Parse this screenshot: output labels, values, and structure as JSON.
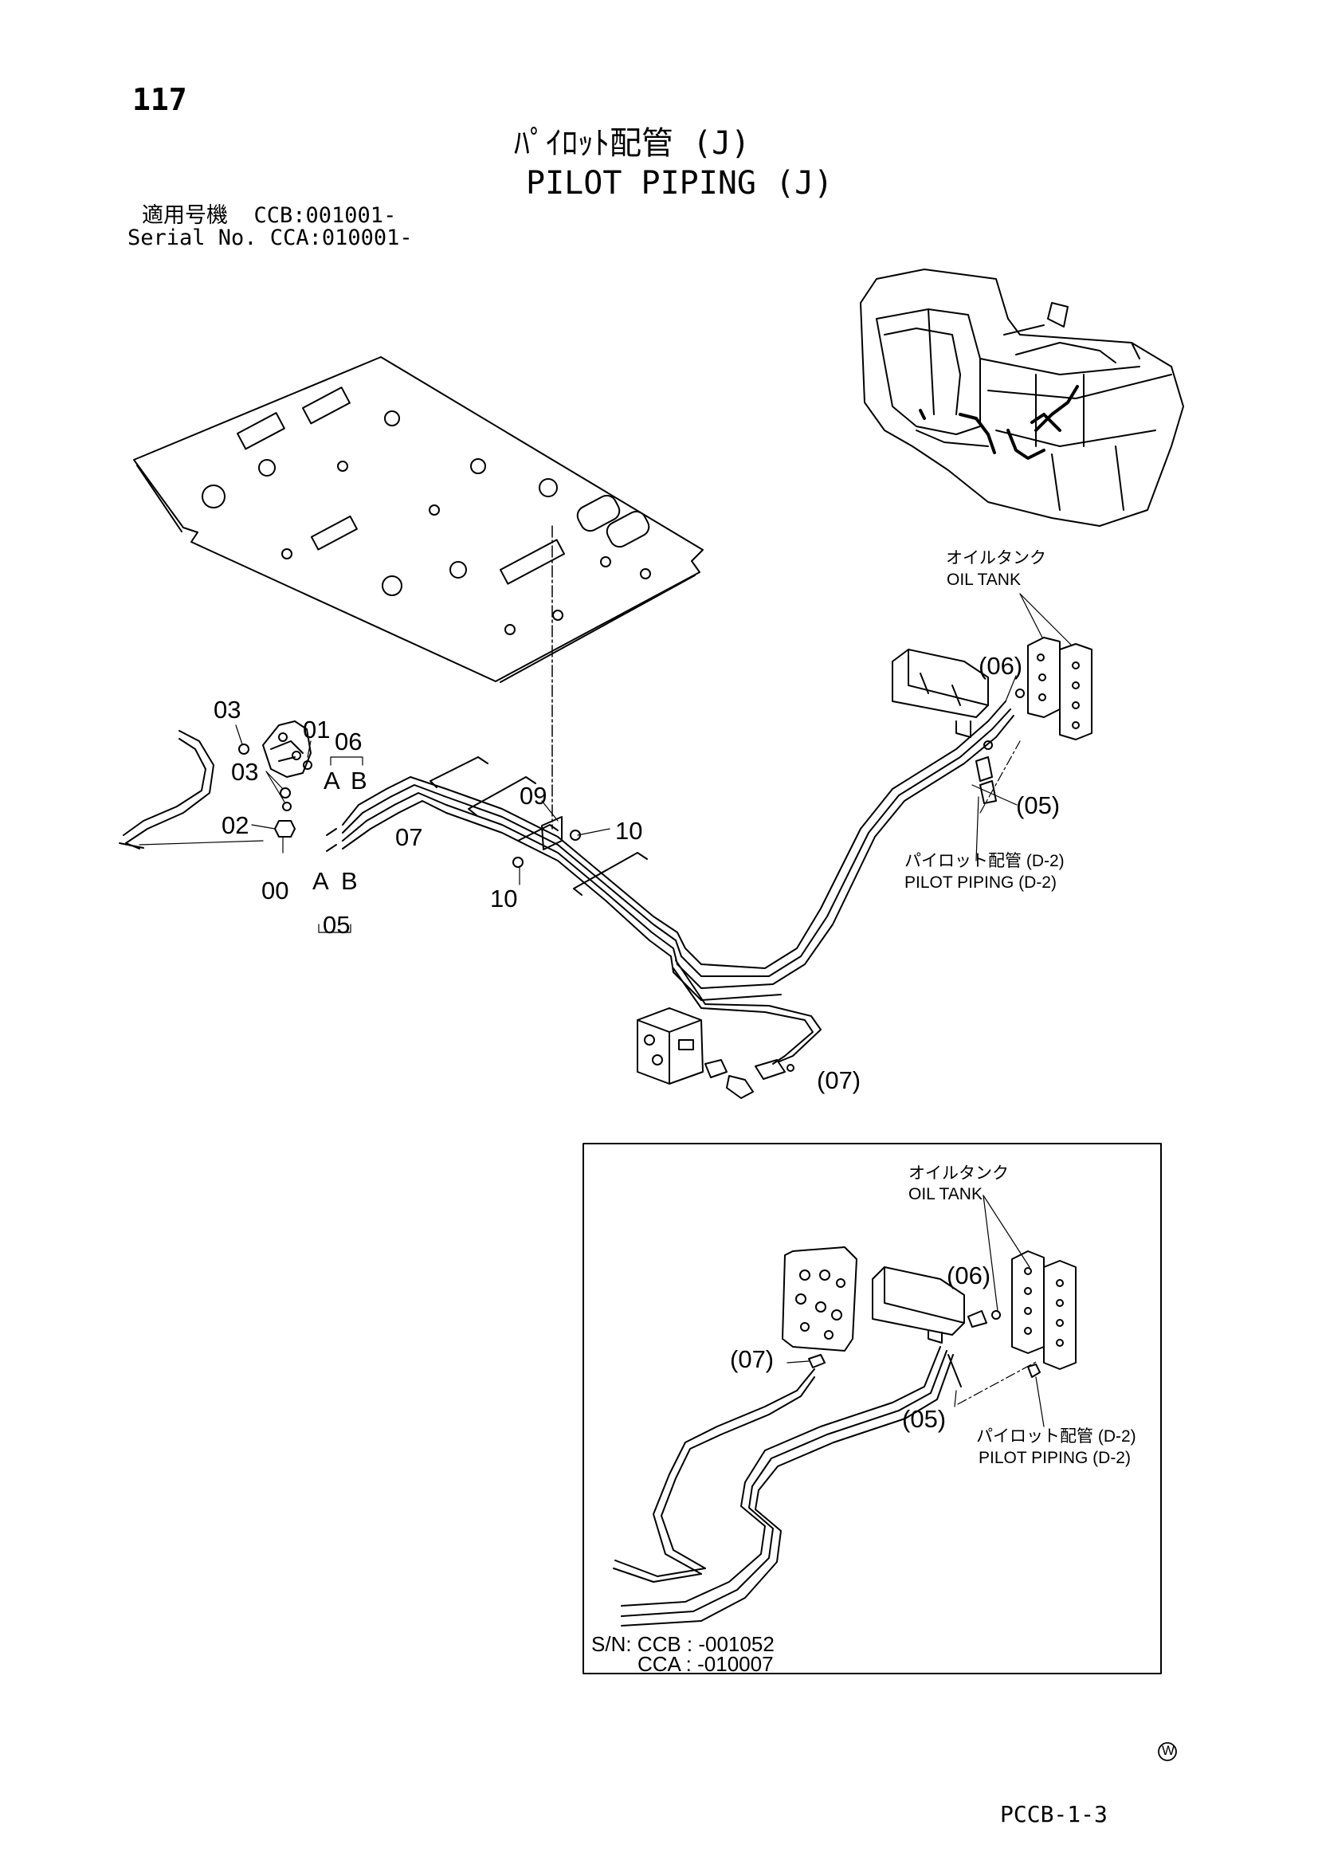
{
  "page": {
    "number": "117",
    "title_jp": "ﾊﾟｲﾛｯﾄ配管 (J)",
    "title_en": "PILOT PIPING (J)",
    "serial_jp": "適用号機  CCB:001001-",
    "serial_en": "Serial No. CCA:010001-",
    "page_code": "PCCB-1-3",
    "mark": "W"
  },
  "main_diagram": {
    "labels": {
      "p03a": "03",
      "p01": "01",
      "p06": "06",
      "p03b": "03",
      "pA1": "A",
      "pB1": "B",
      "p09": "09",
      "p07": "07",
      "p02": "02",
      "p10a": "10",
      "p00": "00",
      "pA2": "A",
      "pB2": "B",
      "p10b": "10",
      "p05": "05",
      "p06r": "(06)",
      "p05r": "(05)",
      "p07r": "(07)"
    },
    "oil_tank_jp": "オイルタンク",
    "oil_tank_en": "OIL TANK",
    "pilot_jp": "パイロット配管 (D-2)",
    "pilot_en": "PILOT PIPING (D-2)"
  },
  "inset": {
    "oil_tank_jp": "オイルタンク",
    "oil_tank_en": "OIL TANK",
    "p06": "(06)",
    "p07": "(07)",
    "p05": "(05)",
    "pilot_jp": "パイロット配管 (D-2)",
    "pilot_en": "PILOT PIPING (D-2)",
    "sn_line1": "S/N: CCB : -001052",
    "sn_line2": "CCA : -010007"
  }
}
